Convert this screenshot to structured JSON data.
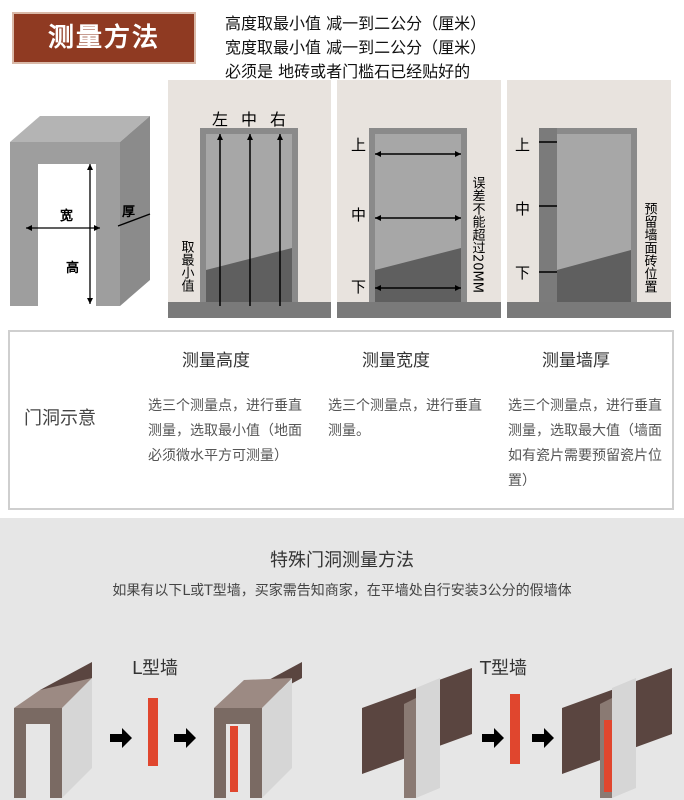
{
  "header": {
    "title": "测量方法",
    "lines": [
      "高度取最小值 减一到二公分（厘米）",
      "宽度取最小值 减一到二公分（厘米）",
      "必须是 地砖或者门槛石已经贴好的"
    ]
  },
  "diagram": {
    "door_labels": {
      "width": "宽",
      "height": "高",
      "thick": "厚"
    },
    "height_panel": {
      "left": "左",
      "center": "中",
      "right": "右",
      "note": "取最小值"
    },
    "width_panel": {
      "top": "上",
      "middle": "中",
      "bottom": "下",
      "note": "误差不能超过20MM"
    },
    "thick_panel": {
      "top": "上",
      "middle": "中",
      "bottom": "下",
      "note": "预留墙面砖位置"
    }
  },
  "table": {
    "row_label": "门洞示意",
    "columns": [
      {
        "heading": "测量高度",
        "text": "选三个测量点，进行垂直测量，选取最小值（地面必须微水平方可测量）"
      },
      {
        "heading": "测量宽度",
        "text": "选三个测量点，进行垂直测量。"
      },
      {
        "heading": "测量墙厚",
        "text": "选三个测量点，进行垂直测量，选取最大值（墙面如有瓷片需要预留瓷片位置）"
      }
    ]
  },
  "special": {
    "title": "特殊门洞测量方法",
    "subtitle": "如果有以下L或T型墙，买家需告知商家，在平墙处自行安装3公分的假墙体",
    "l_label": "L型墙",
    "t_label": "T型墙"
  },
  "colors": {
    "brand": "#8f3a22",
    "accent_red": "#e0462e",
    "wall_brown": "#5a4540"
  }
}
